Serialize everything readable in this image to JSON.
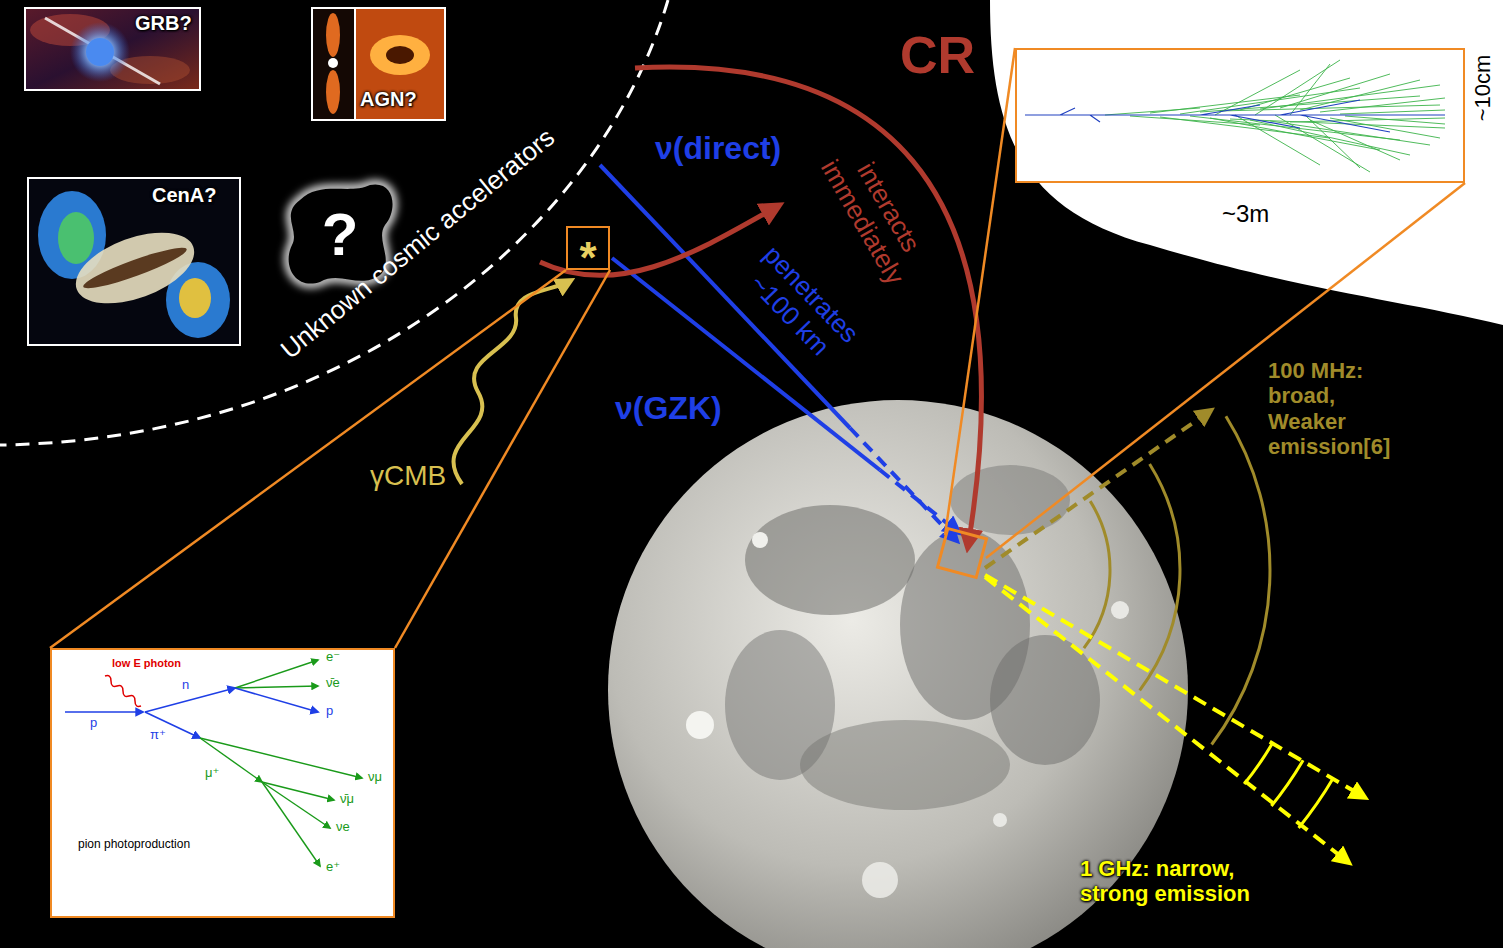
{
  "diagram": {
    "nodes": [
      {
        "text": [
          "GRB?"
        ]
      },
      {
        "text": [
          "AGN?"
        ]
      },
      {
        "text": [
          "~3m",
          "~10cm"
        ]
      },
      {
        "text": [
          "CenA?"
        ]
      },
      {
        "text": [
          "?"
        ]
      },
      {
        "text": [
          "*"
        ]
      },
      {
        "text": [
          "low E photon",
          "e⁻",
          "ν̄e",
          "n",
          "p",
          "p",
          "π⁺",
          "νμ",
          "μ⁺",
          "ν̄μ",
          "νe",
          "e⁺",
          "pion photoproduction"
        ]
      }
    ],
    "edges": [
      {
        "from": 5,
        "to": 6,
        "arrow": "none"
      }
    ],
    "labels": [
      "CR",
      "Unknown cosmic accelerators",
      "ν(direct)",
      "interacts immediately",
      "penetrates ~100 km",
      "ν(GZK)",
      "γCMB",
      "100 MHz: broad, Weaker emission[6]",
      "1 GHz: narrow, strong emission"
    ]
  }
}
